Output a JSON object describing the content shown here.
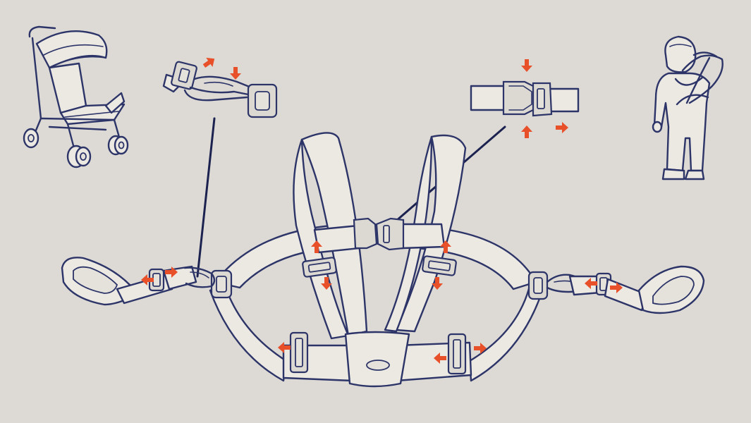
{
  "diagram": {
    "colors": {
      "background": "#dddad5",
      "line": "#2c3468",
      "webbing": "#ece9e3",
      "arrow": "#e8502a"
    },
    "parts": [
      {
        "name": "stroller",
        "icon": "stroller-icon"
      },
      {
        "name": "child-wearing-harness",
        "icon": "child-icon"
      },
      {
        "name": "clip-hook-detail",
        "icon": "clip-hook-icon"
      },
      {
        "name": "side-release-buckle-detail",
        "icon": "buckle-icon"
      },
      {
        "name": "harness",
        "icon": "harness-icon"
      },
      {
        "name": "left-tether-strap",
        "icon": "tether-icon"
      },
      {
        "name": "right-tether-strap",
        "icon": "tether-icon"
      }
    ],
    "arrows_count": 16
  }
}
